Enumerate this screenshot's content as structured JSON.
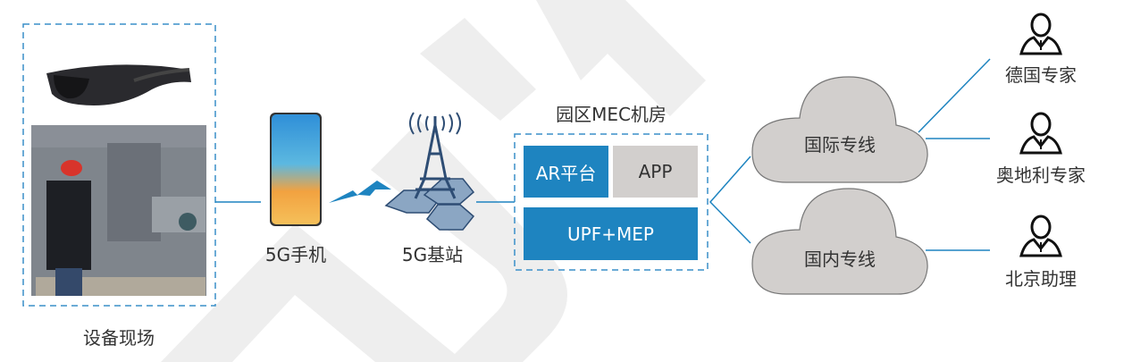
{
  "site": {
    "label": "设备现场"
  },
  "phone": {
    "label": "5G手机"
  },
  "base_station": {
    "label": "5G基站"
  },
  "mec": {
    "title": "园区MEC机房",
    "ar_platform": "AR平台",
    "app": "APP",
    "upf_mep": "UPF+MEP"
  },
  "clouds": [
    {
      "label": "国际专线"
    },
    {
      "label": "国内专线"
    }
  ],
  "people": [
    {
      "label": "德国专家"
    },
    {
      "label": "奥地利专家"
    },
    {
      "label": "北京助理"
    }
  ],
  "colors": {
    "accent": "#1e84c0",
    "cloud": "#d2cfcd",
    "tower": "#2e4d74",
    "hex": "#8ba6c3"
  }
}
